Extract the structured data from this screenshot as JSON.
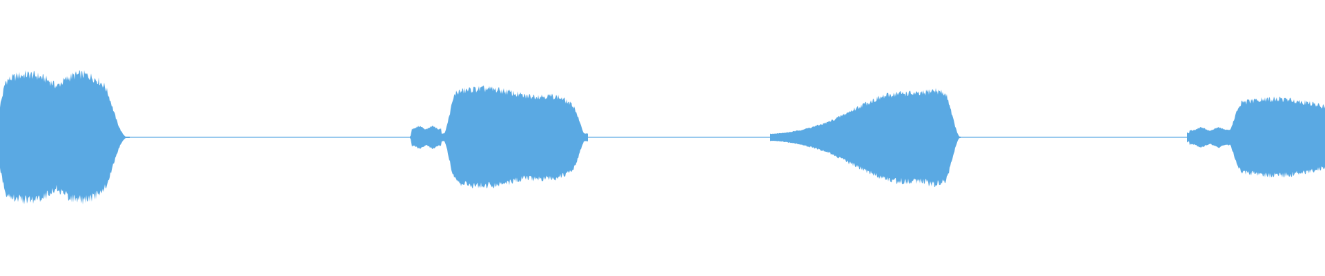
{
  "waveform": {
    "color": "#5aa9e3",
    "background": "#ffffff",
    "segments": [
      {
        "name": "segment-1",
        "shape": "double-lobe",
        "peak": 0.61
      },
      {
        "name": "segment-2",
        "shape": "lead-then-plateau",
        "peak": 0.47
      },
      {
        "name": "segment-3",
        "shape": "swell",
        "peak": 0.52
      },
      {
        "name": "segment-4",
        "shape": "lead-then-swell",
        "peak": 0.37
      }
    ]
  }
}
